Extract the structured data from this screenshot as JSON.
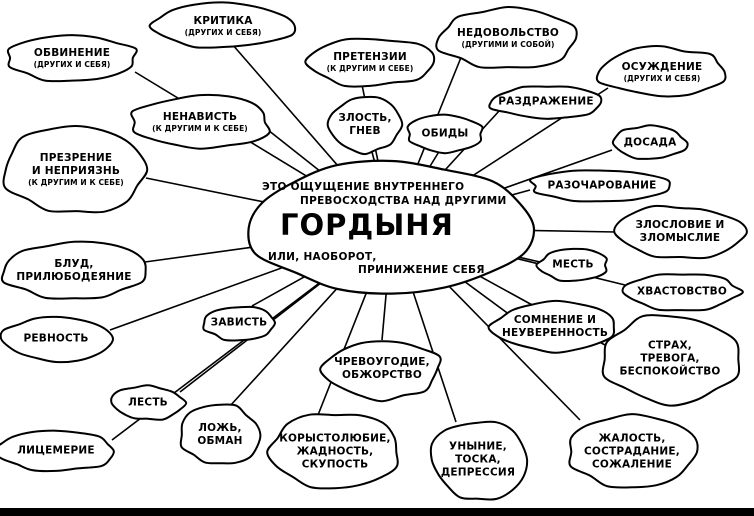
{
  "center": {
    "line1": "ЭТО ОЩУЩЕНИЕ ВНУТРЕННЕГО",
    "line2": "ПРЕВОСХОДСТВА НАД ДРУГИМИ",
    "title": "ГОРДЫНЯ",
    "line3": "ИЛИ, НАОБОРОТ,",
    "line4": "ПРИНИЖЕНИЕ СЕБЯ"
  },
  "nodes": [
    {
      "id": "kritika",
      "lines": [
        "КРИТИКА"
      ],
      "sub": "(ДРУГИХ И СЕБЯ)"
    },
    {
      "id": "nedovolstvo",
      "lines": [
        "НЕДОВОЛЬСТВО"
      ],
      "sub": "(ДРУГИМИ И СОБОЙ)"
    },
    {
      "id": "obvinenie",
      "lines": [
        "ОБВИНЕНИЕ"
      ],
      "sub": "(ДРУГИХ И СЕБЯ)"
    },
    {
      "id": "pretenzii",
      "lines": [
        "ПРЕТЕНЗИИ"
      ],
      "sub": "(К ДРУГИМ И СЕБЕ)"
    },
    {
      "id": "osuzhdenie",
      "lines": [
        "ОСУЖДЕНИЕ"
      ],
      "sub": "(ДРУГИХ И СЕБЯ)"
    },
    {
      "id": "nenavist",
      "lines": [
        "НЕНАВИСТЬ"
      ],
      "sub": "(К ДРУГИМ И К СЕБЕ)"
    },
    {
      "id": "zlost",
      "lines": [
        "ЗЛОСТЬ,",
        "ГНЕВ"
      ],
      "sub": ""
    },
    {
      "id": "razdrazhenie",
      "lines": [
        "РАЗДРАЖЕНИЕ"
      ],
      "sub": ""
    },
    {
      "id": "obidy",
      "lines": [
        "ОБИДЫ"
      ],
      "sub": ""
    },
    {
      "id": "dosada",
      "lines": [
        "ДОСАДА"
      ],
      "sub": ""
    },
    {
      "id": "prezrenie",
      "lines": [
        "ПРЕЗРЕНИЕ",
        "И НЕПРИЯЗНЬ"
      ],
      "sub": "(К ДРУГИМ И К СЕБЕ)"
    },
    {
      "id": "razocharovanie",
      "lines": [
        "РАЗОЧАРОВАНИЕ"
      ],
      "sub": ""
    },
    {
      "id": "zloslovie",
      "lines": [
        "ЗЛОСЛОВИЕ И",
        "ЗЛОМЫСЛИЕ"
      ],
      "sub": ""
    },
    {
      "id": "blud",
      "lines": [
        "БЛУД,",
        "ПРИЛЮБОДЕЯНИЕ"
      ],
      "sub": ""
    },
    {
      "id": "mest",
      "lines": [
        "МЕСТЬ"
      ],
      "sub": ""
    },
    {
      "id": "hvastovstvo",
      "lines": [
        "ХВАСТОВСТВО"
      ],
      "sub": ""
    },
    {
      "id": "zavist",
      "lines": [
        "ЗАВИСТЬ"
      ],
      "sub": ""
    },
    {
      "id": "somnenie",
      "lines": [
        "СОМНЕНИЕ И",
        "НЕУВЕРЕННОСТЬ"
      ],
      "sub": ""
    },
    {
      "id": "revnost",
      "lines": [
        "РЕВНОСТЬ"
      ],
      "sub": ""
    },
    {
      "id": "strah",
      "lines": [
        "СТРАХ,",
        "ТРЕВОГА,",
        "БЕСПОКОЙСТВО"
      ],
      "sub": ""
    },
    {
      "id": "chrevougodie",
      "lines": [
        "ЧРЕВОУГОДИЕ,",
        "ОБЖОРСТВО"
      ],
      "sub": ""
    },
    {
      "id": "lest",
      "lines": [
        "ЛЕСТЬ"
      ],
      "sub": ""
    },
    {
      "id": "lozh",
      "lines": [
        "ЛОЖЬ,",
        "ОБМАН"
      ],
      "sub": ""
    },
    {
      "id": "korystolyubie",
      "lines": [
        "КОРЫСТОЛЮБИЕ,",
        "ЖАДНОСТЬ,",
        "СКУПОСТЬ"
      ],
      "sub": ""
    },
    {
      "id": "unynie",
      "lines": [
        "УНЫНИЕ,",
        "ТОСКА,",
        "ДЕПРЕССИЯ"
      ],
      "sub": ""
    },
    {
      "id": "zhalost",
      "lines": [
        "ЖАЛОСТЬ,",
        "СОСТРАДАНИЕ,",
        "СОЖАЛЕНИЕ"
      ],
      "sub": ""
    },
    {
      "id": "licemerie",
      "lines": [
        "ЛИЦЕМЕРИЕ"
      ],
      "sub": ""
    }
  ]
}
